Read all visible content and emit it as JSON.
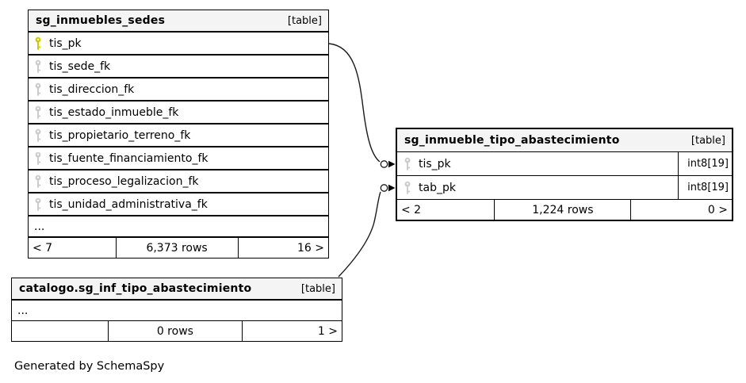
{
  "generator_note": "Generated by SchemaSpy",
  "colors": {
    "background": "#ffffff",
    "border": "#000000",
    "header_bg": "#f4f4f4",
    "pk_key_icon": "#cccc00",
    "fk_key_icon": "#cccccc"
  },
  "tables": {
    "sedes": {
      "title": "sg_inmuebles_sedes",
      "badge": "[table]",
      "columns": [
        "tis_pk",
        "tis_sede_fk",
        "tis_direccion_fk",
        "tis_estado_inmueble_fk",
        "tis_propietario_terreno_fk",
        "tis_fuente_financiamiento_fk",
        "tis_proceso_legalizacion_fk",
        "tis_unidad_administrativa_fk"
      ],
      "ellipsis": "...",
      "footer": {
        "left": "< 7",
        "center": "6,373 rows",
        "right": "16 >"
      }
    },
    "tipo": {
      "title": "sg_inmueble_tipo_abastecimiento",
      "badge": "[table]",
      "columns": [
        {
          "name": "tis_pk",
          "type": "int8[19]"
        },
        {
          "name": "tab_pk",
          "type": "int8[19]"
        }
      ],
      "footer": {
        "left": "< 2",
        "center": "1,224 rows",
        "right": "0 >"
      }
    },
    "catalogo": {
      "title": "catalogo.sg_inf_tipo_abastecimiento",
      "badge": "[table]",
      "ellipsis": "...",
      "footer": {
        "left": "",
        "center": "0 rows",
        "right": "1 >"
      }
    }
  },
  "relationships": [
    {
      "from": "sg_inmuebles_sedes.tis_pk",
      "to": "sg_inmueble_tipo_abastecimiento.tis_pk"
    },
    {
      "from": "catalogo.sg_inf_tipo_abastecimiento",
      "to": "sg_inmueble_tipo_abastecimiento.tab_pk"
    }
  ]
}
